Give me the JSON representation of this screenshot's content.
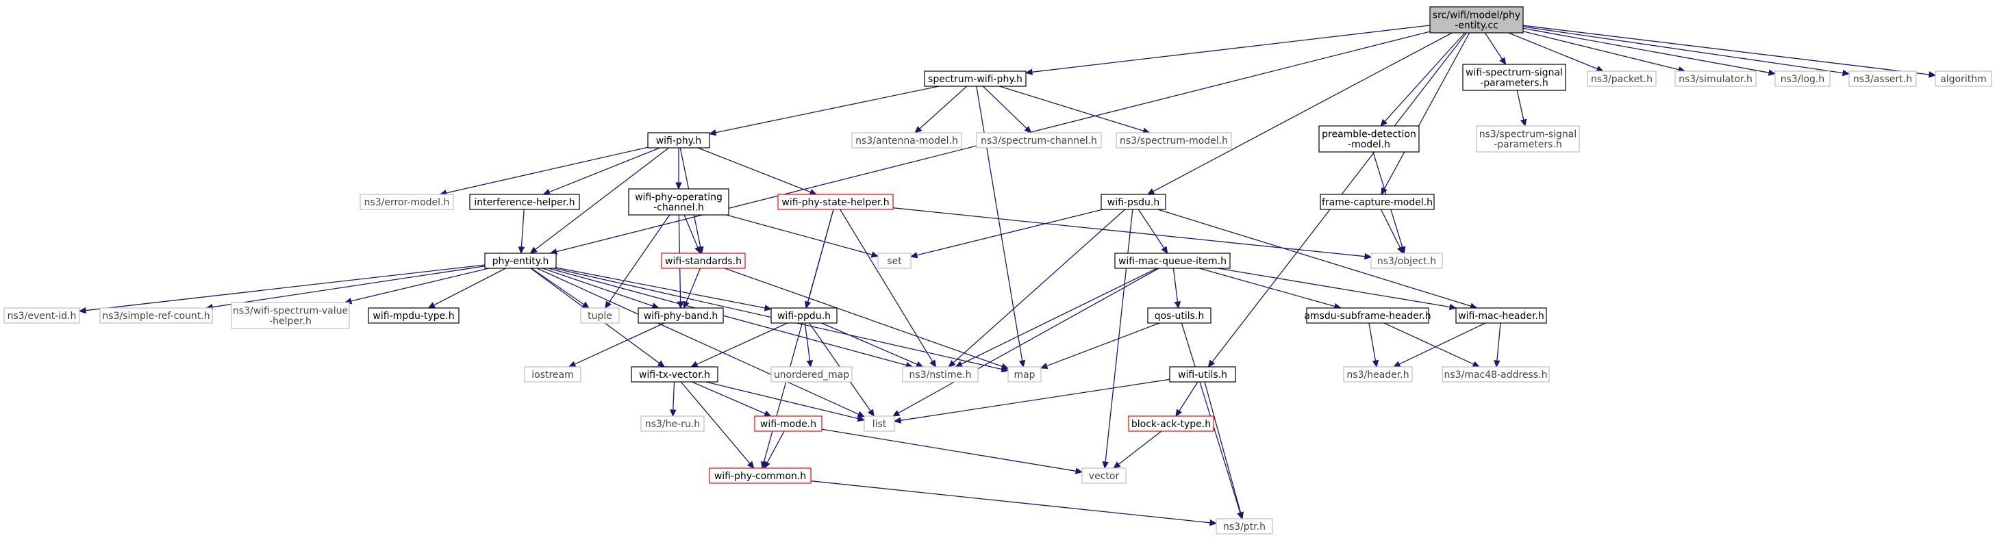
{
  "graph": {
    "title": "",
    "colors": {
      "edge": "#191970",
      "local_border": "#000000",
      "external_border": "#bfbfbf",
      "incomplete_border": "#ff0000",
      "root_fill": "#bfbfbf"
    },
    "nodes": [
      {
        "id": "root",
        "label": [
          "src/wifi/model/phy",
          "-entity.cc"
        ],
        "kind": "root"
      },
      {
        "id": "spectrum-wifi-phy",
        "label": [
          "spectrum-wifi-phy.h"
        ],
        "kind": "local"
      },
      {
        "id": "wifi-spectrum-signal-parameters",
        "label": [
          "wifi-spectrum-signal",
          "-parameters.h"
        ],
        "kind": "local"
      },
      {
        "id": "packet",
        "label": [
          "ns3/packet.h"
        ],
        "kind": "external"
      },
      {
        "id": "simulator",
        "label": [
          "ns3/simulator.h"
        ],
        "kind": "external"
      },
      {
        "id": "log",
        "label": [
          "ns3/log.h"
        ],
        "kind": "external"
      },
      {
        "id": "assert",
        "label": [
          "ns3/assert.h"
        ],
        "kind": "external"
      },
      {
        "id": "algorithm",
        "label": [
          "algorithm"
        ],
        "kind": "external"
      },
      {
        "id": "wifi-phy",
        "label": [
          "wifi-phy.h"
        ],
        "kind": "local"
      },
      {
        "id": "antenna-model",
        "label": [
          "ns3/antenna-model.h"
        ],
        "kind": "external"
      },
      {
        "id": "spectrum-channel",
        "label": [
          "ns3/spectrum-channel.h"
        ],
        "kind": "external"
      },
      {
        "id": "spectrum-model",
        "label": [
          "ns3/spectrum-model.h"
        ],
        "kind": "external"
      },
      {
        "id": "preamble-detection-model",
        "label": [
          "preamble-detection",
          "-model.h"
        ],
        "kind": "local"
      },
      {
        "id": "ns3-spectrum-signal-parameters",
        "label": [
          "ns3/spectrum-signal",
          "-parameters.h"
        ],
        "kind": "external"
      },
      {
        "id": "error-model",
        "label": [
          "ns3/error-model.h"
        ],
        "kind": "external"
      },
      {
        "id": "interference-helper",
        "label": [
          "interference-helper.h"
        ],
        "kind": "local"
      },
      {
        "id": "wifi-phy-operating-channel",
        "label": [
          "wifi-phy-operating",
          "-channel.h"
        ],
        "kind": "local"
      },
      {
        "id": "wifi-phy-state-helper",
        "label": [
          "wifi-phy-state-helper.h"
        ],
        "kind": "incomplete"
      },
      {
        "id": "wifi-psdu",
        "label": [
          "wifi-psdu.h"
        ],
        "kind": "local"
      },
      {
        "id": "frame-capture-model",
        "label": [
          "frame-capture-model.h"
        ],
        "kind": "local"
      },
      {
        "id": "phy-entity",
        "label": [
          "phy-entity.h"
        ],
        "kind": "local"
      },
      {
        "id": "wifi-standards",
        "label": [
          "wifi-standards.h"
        ],
        "kind": "incomplete"
      },
      {
        "id": "set",
        "label": [
          "set"
        ],
        "kind": "external"
      },
      {
        "id": "object",
        "label": [
          "ns3/object.h"
        ],
        "kind": "external"
      },
      {
        "id": "wifi-mac-queue-item",
        "label": [
          "wifi-mac-queue-item.h"
        ],
        "kind": "local"
      },
      {
        "id": "event-id",
        "label": [
          "ns3/event-id.h"
        ],
        "kind": "external"
      },
      {
        "id": "simple-ref-count",
        "label": [
          "ns3/simple-ref-count.h"
        ],
        "kind": "external"
      },
      {
        "id": "wifi-spectrum-value-helper",
        "label": [
          "ns3/wifi-spectrum-value",
          "-helper.h"
        ],
        "kind": "external"
      },
      {
        "id": "wifi-mpdu-type",
        "label": [
          "wifi-mpdu-type.h"
        ],
        "kind": "local"
      },
      {
        "id": "tuple",
        "label": [
          "tuple"
        ],
        "kind": "external"
      },
      {
        "id": "wifi-phy-band",
        "label": [
          "wifi-phy-band.h"
        ],
        "kind": "local"
      },
      {
        "id": "wifi-ppdu",
        "label": [
          "wifi-ppdu.h"
        ],
        "kind": "local"
      },
      {
        "id": "qos-utils",
        "label": [
          "qos-utils.h"
        ],
        "kind": "local"
      },
      {
        "id": "amsdu-subframe-header",
        "label": [
          "amsdu-subframe-header.h"
        ],
        "kind": "local"
      },
      {
        "id": "wifi-mac-header",
        "label": [
          "wifi-mac-header.h"
        ],
        "kind": "local"
      },
      {
        "id": "iostream",
        "label": [
          "iostream"
        ],
        "kind": "external"
      },
      {
        "id": "wifi-tx-vector",
        "label": [
          "wifi-tx-vector.h"
        ],
        "kind": "local"
      },
      {
        "id": "unordered_map",
        "label": [
          "unordered_map"
        ],
        "kind": "external"
      },
      {
        "id": "nstime",
        "label": [
          "ns3/nstime.h"
        ],
        "kind": "external"
      },
      {
        "id": "map",
        "label": [
          "map"
        ],
        "kind": "external"
      },
      {
        "id": "wifi-utils",
        "label": [
          "wifi-utils.h"
        ],
        "kind": "local"
      },
      {
        "id": "header",
        "label": [
          "ns3/header.h"
        ],
        "kind": "external"
      },
      {
        "id": "mac48-address",
        "label": [
          "ns3/mac48-address.h"
        ],
        "kind": "external"
      },
      {
        "id": "he-ru",
        "label": [
          "ns3/he-ru.h"
        ],
        "kind": "external"
      },
      {
        "id": "wifi-mode",
        "label": [
          "wifi-mode.h"
        ],
        "kind": "incomplete"
      },
      {
        "id": "list",
        "label": [
          "list"
        ],
        "kind": "external"
      },
      {
        "id": "block-ack-type",
        "label": [
          "block-ack-type.h"
        ],
        "kind": "incomplete"
      },
      {
        "id": "vector",
        "label": [
          "vector"
        ],
        "kind": "external"
      },
      {
        "id": "wifi-phy-common",
        "label": [
          "wifi-phy-common.h"
        ],
        "kind": "incomplete"
      },
      {
        "id": "ptr",
        "label": [
          "ns3/ptr.h"
        ],
        "kind": "external"
      }
    ],
    "edges": [
      [
        "root",
        "spectrum-wifi-phy"
      ],
      [
        "root",
        "wifi-spectrum-signal-parameters"
      ],
      [
        "root",
        "packet"
      ],
      [
        "root",
        "simulator"
      ],
      [
        "root",
        "log"
      ],
      [
        "root",
        "assert"
      ],
      [
        "root",
        "algorithm"
      ],
      [
        "root",
        "preamble-detection-model"
      ],
      [
        "root",
        "frame-capture-model"
      ],
      [
        "root",
        "wifi-psdu"
      ],
      [
        "root",
        "wifi-utils"
      ],
      [
        "root",
        "phy-entity"
      ],
      [
        "spectrum-wifi-phy",
        "wifi-phy"
      ],
      [
        "spectrum-wifi-phy",
        "antenna-model"
      ],
      [
        "spectrum-wifi-phy",
        "spectrum-channel"
      ],
      [
        "spectrum-wifi-phy",
        "spectrum-model"
      ],
      [
        "spectrum-wifi-phy",
        "map"
      ],
      [
        "wifi-spectrum-signal-parameters",
        "ns3-spectrum-signal-parameters"
      ],
      [
        "wifi-phy",
        "error-model"
      ],
      [
        "wifi-phy",
        "interference-helper"
      ],
      [
        "wifi-phy",
        "wifi-phy-operating-channel"
      ],
      [
        "wifi-phy",
        "wifi-phy-state-helper"
      ],
      [
        "wifi-phy",
        "phy-entity"
      ],
      [
        "wifi-phy",
        "wifi-standards"
      ],
      [
        "interference-helper",
        "phy-entity"
      ],
      [
        "wifi-phy-operating-channel",
        "wifi-standards"
      ],
      [
        "wifi-phy-operating-channel",
        "wifi-phy-band"
      ],
      [
        "wifi-phy-operating-channel",
        "set"
      ],
      [
        "wifi-phy-operating-channel",
        "tuple"
      ],
      [
        "wifi-phy-state-helper",
        "object"
      ],
      [
        "wifi-phy-state-helper",
        "wifi-ppdu"
      ],
      [
        "wifi-phy-state-helper",
        "nstime"
      ],
      [
        "wifi-phy-state-helper",
        "wifi-phy-common"
      ],
      [
        "wifi-psdu",
        "set"
      ],
      [
        "wifi-psdu",
        "wifi-mac-queue-item"
      ],
      [
        "wifi-psdu",
        "wifi-mac-header"
      ],
      [
        "wifi-psdu",
        "nstime"
      ],
      [
        "wifi-psdu",
        "vector"
      ],
      [
        "preamble-detection-model",
        "object"
      ],
      [
        "frame-capture-model",
        "object"
      ],
      [
        "phy-entity",
        "event-id"
      ],
      [
        "phy-entity",
        "simple-ref-count"
      ],
      [
        "phy-entity",
        "wifi-spectrum-value-helper"
      ],
      [
        "phy-entity",
        "wifi-mpdu-type"
      ],
      [
        "phy-entity",
        "tuple"
      ],
      [
        "phy-entity",
        "wifi-phy-band"
      ],
      [
        "phy-entity",
        "wifi-ppdu"
      ],
      [
        "phy-entity",
        "wifi-tx-vector"
      ],
      [
        "phy-entity",
        "nstime"
      ],
      [
        "phy-entity",
        "map"
      ],
      [
        "phy-entity",
        "list"
      ],
      [
        "wifi-standards",
        "wifi-phy-band"
      ],
      [
        "wifi-standards",
        "map"
      ],
      [
        "wifi-mac-queue-item",
        "qos-utils"
      ],
      [
        "wifi-mac-queue-item",
        "amsdu-subframe-header"
      ],
      [
        "wifi-mac-queue-item",
        "wifi-mac-header"
      ],
      [
        "wifi-mac-queue-item",
        "nstime"
      ],
      [
        "wifi-mac-queue-item",
        "list"
      ],
      [
        "wifi-phy-band",
        "iostream"
      ],
      [
        "wifi-ppdu",
        "wifi-tx-vector"
      ],
      [
        "wifi-ppdu",
        "unordered_map"
      ],
      [
        "wifi-ppdu",
        "nstime"
      ],
      [
        "wifi-ppdu",
        "list"
      ],
      [
        "qos-utils",
        "map"
      ],
      [
        "qos-utils",
        "ptr"
      ],
      [
        "amsdu-subframe-header",
        "header"
      ],
      [
        "amsdu-subframe-header",
        "mac48-address"
      ],
      [
        "wifi-mac-header",
        "header"
      ],
      [
        "wifi-mac-header",
        "mac48-address"
      ],
      [
        "wifi-tx-vector",
        "he-ru"
      ],
      [
        "wifi-tx-vector",
        "wifi-mode"
      ],
      [
        "wifi-tx-vector",
        "wifi-phy-common"
      ],
      [
        "wifi-tx-vector",
        "list"
      ],
      [
        "wifi-mode",
        "wifi-phy-common"
      ],
      [
        "wifi-mode",
        "vector"
      ],
      [
        "wifi-utils",
        "block-ack-type"
      ],
      [
        "wifi-utils",
        "list"
      ],
      [
        "wifi-utils",
        "ptr"
      ],
      [
        "block-ack-type",
        "vector"
      ],
      [
        "wifi-phy-common",
        "ptr"
      ]
    ]
  }
}
